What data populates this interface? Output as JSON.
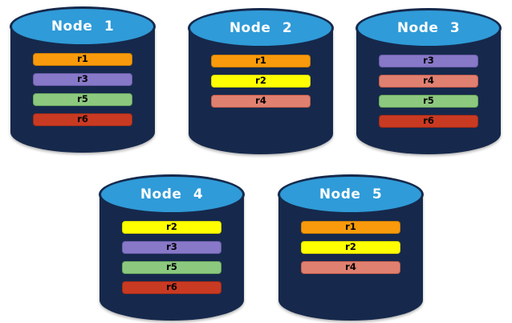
{
  "diagram": {
    "nodes": [
      {
        "title": "Node 1",
        "replicas": [
          "r1",
          "r3",
          "r5",
          "r6"
        ]
      },
      {
        "title": "Node 2",
        "replicas": [
          "r1",
          "r2",
          "r4"
        ]
      },
      {
        "title": "Node 3",
        "replicas": [
          "r3",
          "r4",
          "r5",
          "r6"
        ]
      },
      {
        "title": "Node 4",
        "replicas": [
          "r2",
          "r3",
          "r5",
          "r6"
        ]
      },
      {
        "title": "Node 5",
        "replicas": [
          "r1",
          "r2",
          "r4"
        ]
      }
    ],
    "colors": {
      "background": "#ffffff",
      "cylinder_body": "#16294C",
      "cylinder_top": "#2F9BD8",
      "title_text": "#ffffff",
      "replica_text": "#000000",
      "replica_fills": {
        "r1": "#F89A0B",
        "r2": "#FFFF00",
        "r3": "#8878C8",
        "r4": "#E08070",
        "r5": "#8CC97F",
        "r6": "#C93A22"
      },
      "replica_borders": {
        "r1": "#C87B05",
        "r2": "#D6D600",
        "r3": "#685BA8",
        "r4": "#C15B4C",
        "r5": "#67A35B",
        "r6": "#9E2B18"
      }
    }
  }
}
